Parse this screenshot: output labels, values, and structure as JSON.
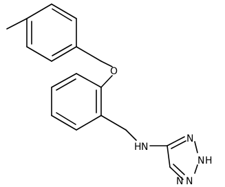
{
  "molecule": {
    "atoms": {
      "oxygen": "O",
      "amine_n": "N",
      "amine_h": "H",
      "tetrazole_n3": "N",
      "tetrazole_n2": "N",
      "tetrazole_n2_h": "H",
      "tetrazole_n1": "N",
      "tetrazole_n4": "N"
    }
  }
}
